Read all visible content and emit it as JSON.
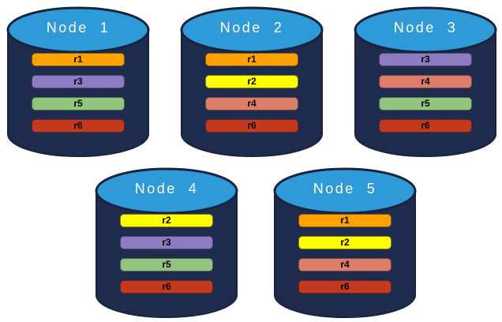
{
  "diagram_type": "database-replication-diagram",
  "nodes": [
    {
      "label": "Node  1",
      "replicas": [
        "r1",
        "r3",
        "r5",
        "r6"
      ]
    },
    {
      "label": "Node  2",
      "replicas": [
        "r1",
        "r2",
        "r4",
        "r6"
      ]
    },
    {
      "label": "Node  3",
      "replicas": [
        "r3",
        "r4",
        "r5",
        "r6"
      ]
    },
    {
      "label": "Node  4",
      "replicas": [
        "r2",
        "r3",
        "r5",
        "r6"
      ]
    },
    {
      "label": "Node  5",
      "replicas": [
        "r1",
        "r2",
        "r4",
        "r6"
      ]
    }
  ],
  "replica_colors": {
    "r1": "#FFA200",
    "r2": "#FFFF00",
    "r3": "#8E7CC3",
    "r4": "#DD7E6B",
    "r5": "#93C47D",
    "r6": "#C4391E"
  },
  "cylinder_colors": {
    "body": "#1F2B4D",
    "top": "#2E9AD8",
    "outline": "#18233F"
  }
}
